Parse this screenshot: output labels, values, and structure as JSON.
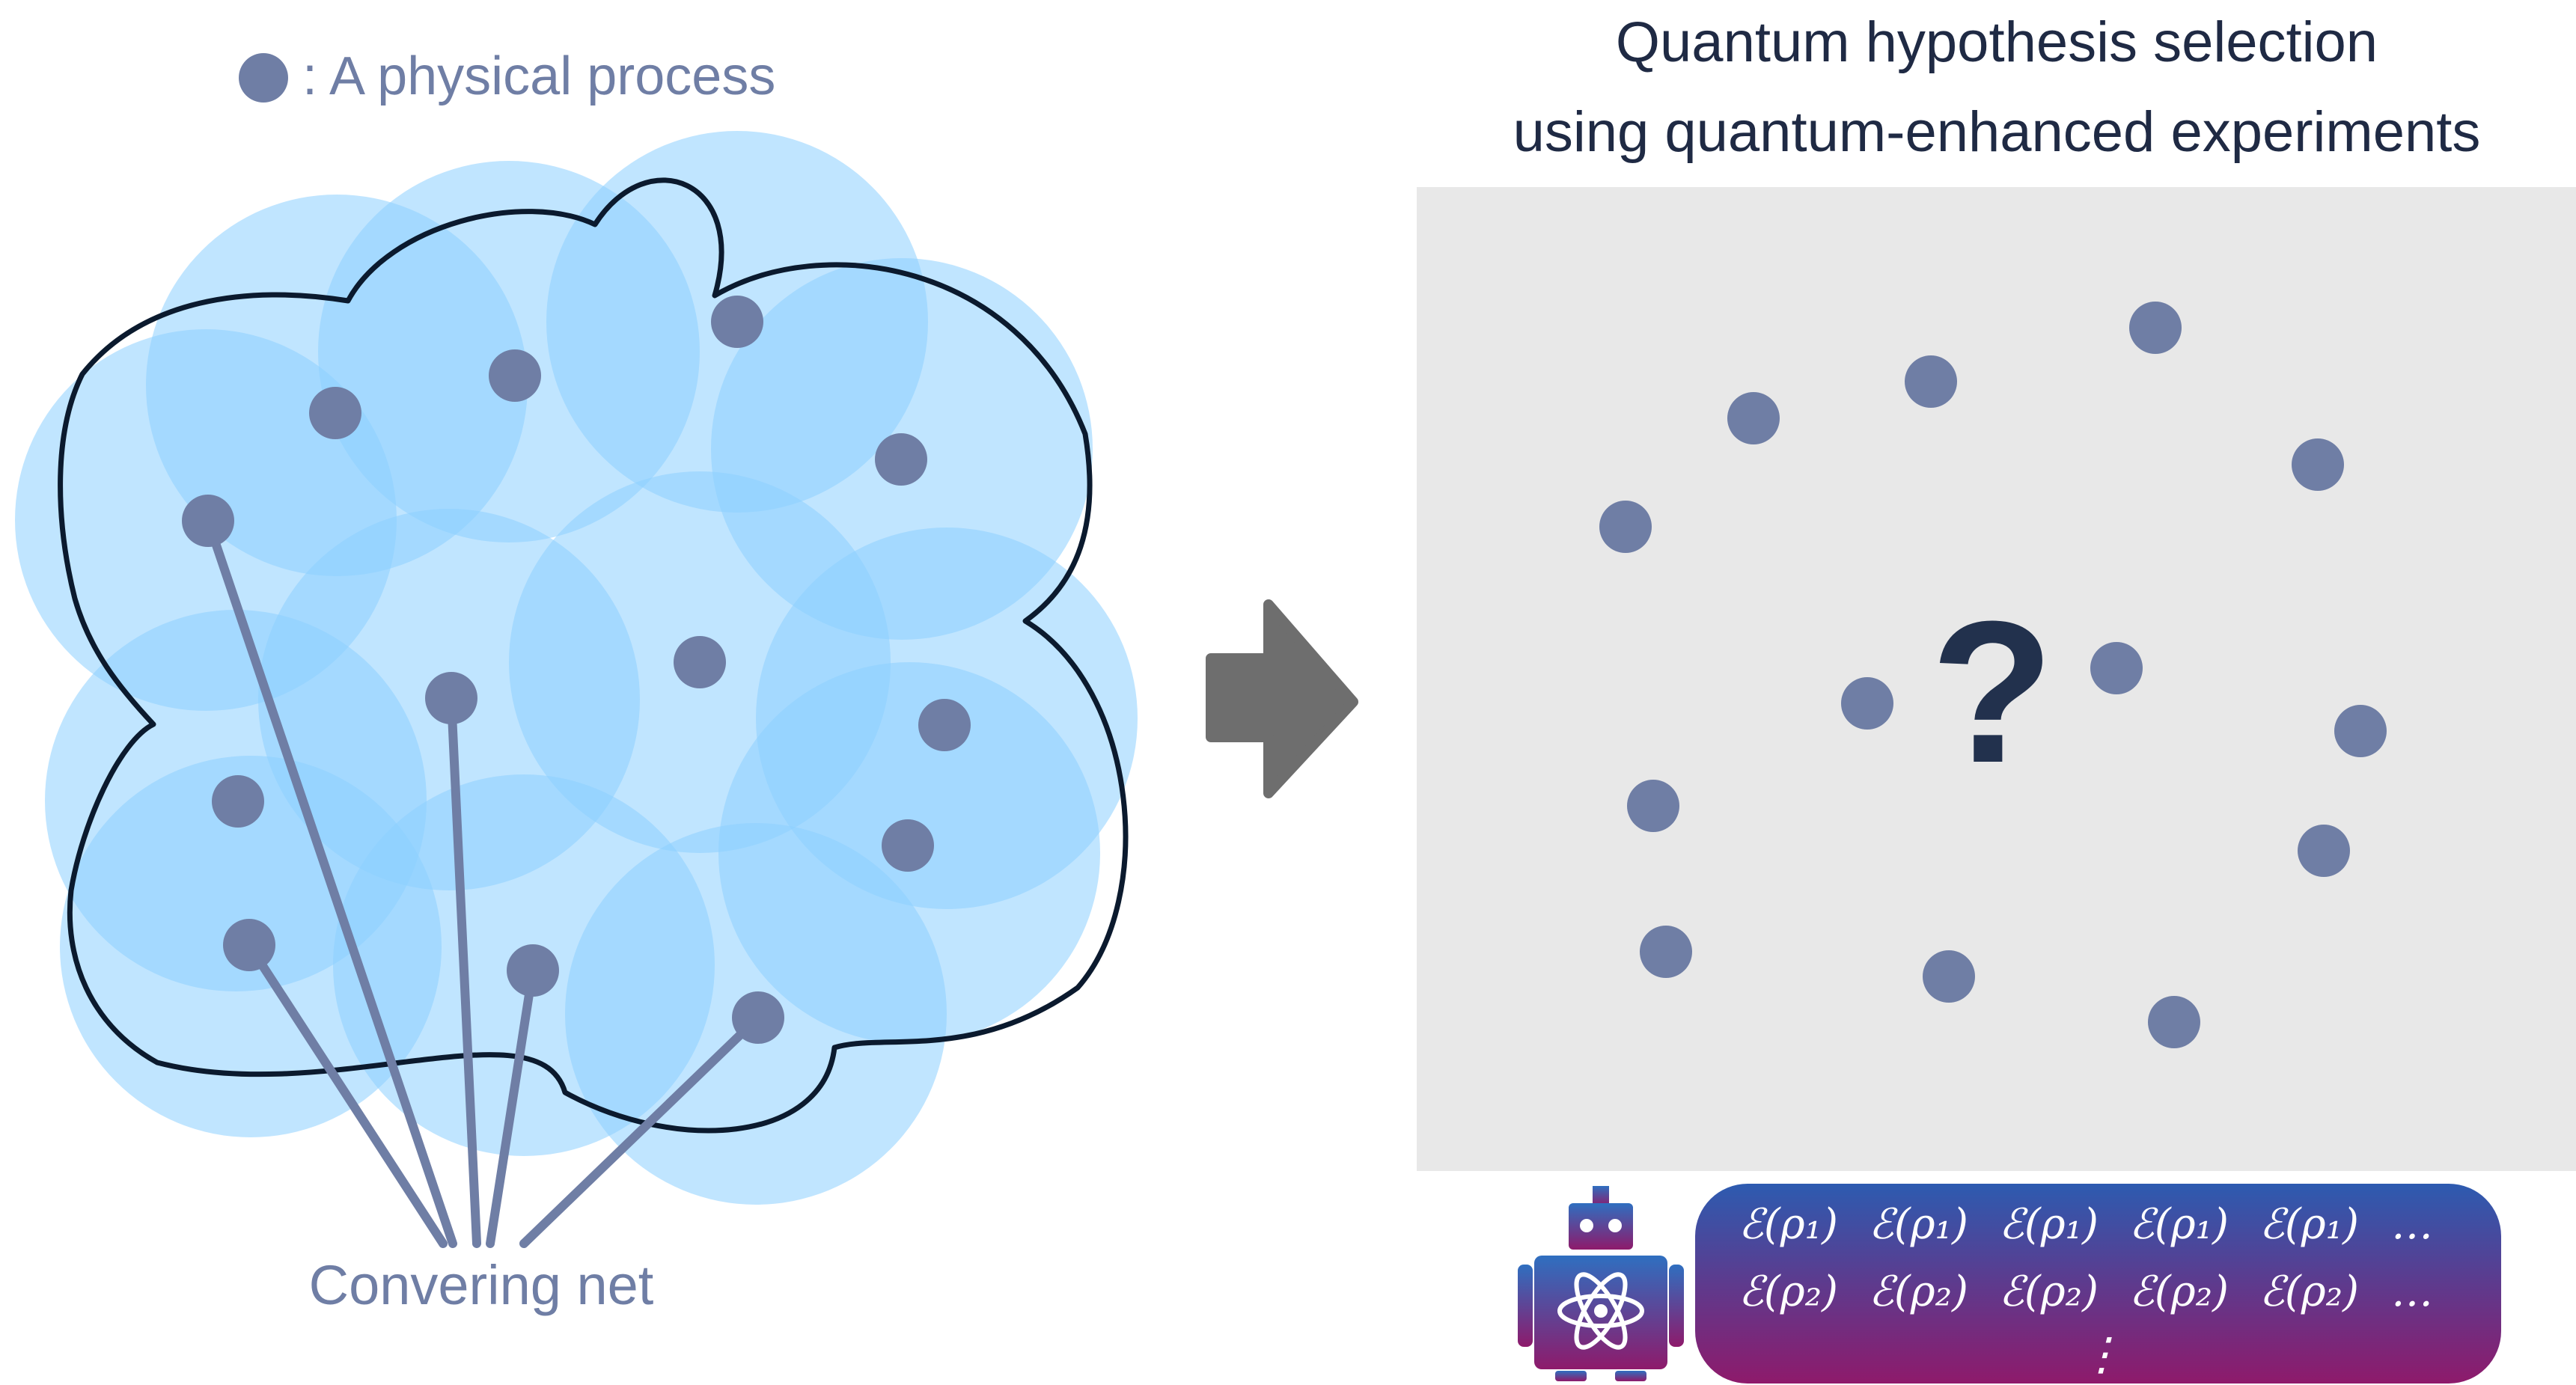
{
  "legend": {
    "text": ": A physical process"
  },
  "net_label": "Convering net",
  "right": {
    "title_line1": "Quantum hypothesis selection",
    "title_line2": "using quantum-enhanced experiments",
    "question_mark": "?"
  },
  "experiments": {
    "row1": [
      "ℰ(ρ₁)",
      "ℰ(ρ₁)",
      "ℰ(ρ₁)",
      "ℰ(ρ₁)",
      "ℰ(ρ₁)",
      "…"
    ],
    "row2": [
      "ℰ(ρ₂)",
      "ℰ(ρ₂)",
      "ℰ(ρ₂)",
      "ℰ(ρ₂)",
      "ℰ(ρ₂)",
      "…"
    ],
    "continuation": "⋮"
  },
  "icons": {
    "arrow": "right-arrow-icon",
    "robot": "atom-robot-icon"
  },
  "colors": {
    "node": "#6f7ea5",
    "ball": "#8ccfff",
    "outline": "#0b1a2e",
    "panel": "#e8e8e8",
    "question": "#22314d",
    "arrow": "#6e6e6e",
    "pill_top": "#2d5bb0",
    "pill_bottom": "#8e1a6b"
  }
}
